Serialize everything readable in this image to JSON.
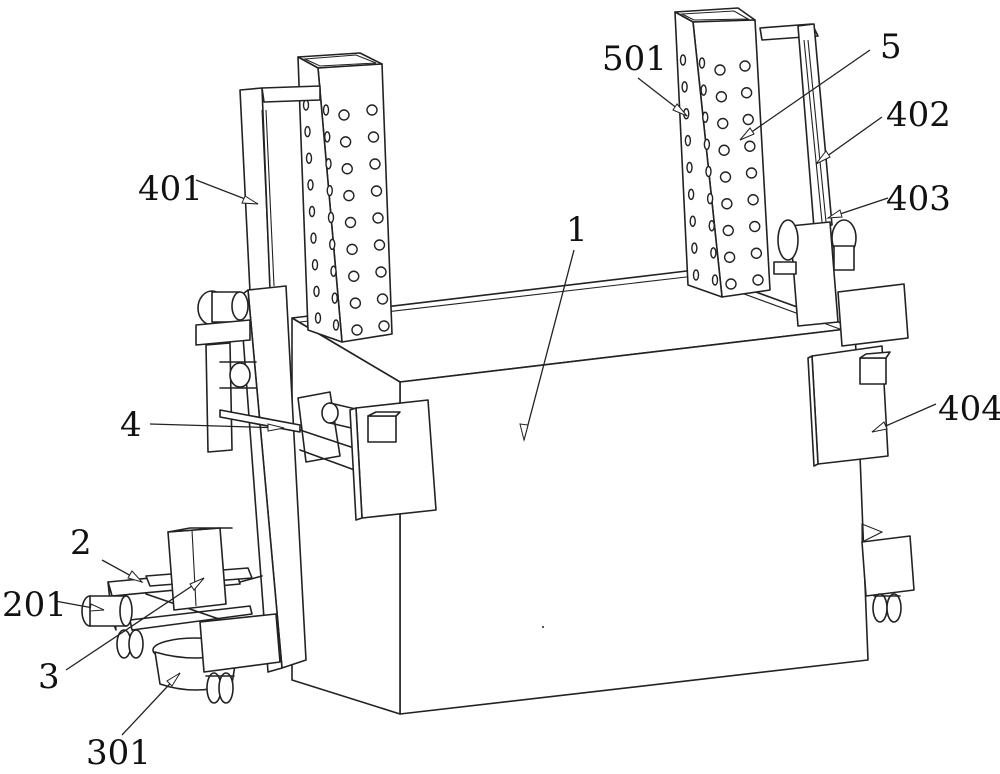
{
  "figure": {
    "type": "patent perspective drawing",
    "labels": [
      {
        "id": "label-1",
        "text": "1",
        "part": "main box body"
      },
      {
        "id": "label-2",
        "text": "2",
        "part": "front frame"
      },
      {
        "id": "label-201",
        "text": "201",
        "part": "motor cylinder"
      },
      {
        "id": "label-3",
        "text": "3",
        "part": "vertical block"
      },
      {
        "id": "label-301",
        "text": "301",
        "part": "base disc"
      },
      {
        "id": "label-4",
        "text": "4",
        "part": "left lifting column"
      },
      {
        "id": "label-401",
        "text": "401",
        "part": "left guide rail"
      },
      {
        "id": "label-402",
        "text": "402",
        "part": "right guide rail"
      },
      {
        "id": "label-403",
        "text": "403",
        "part": "right motor"
      },
      {
        "id": "label-404",
        "text": "404",
        "part": "right clamp plate"
      },
      {
        "id": "label-5",
        "text": "5",
        "part": "perforated column"
      },
      {
        "id": "label-501",
        "text": "501",
        "part": "hole"
      }
    ]
  }
}
